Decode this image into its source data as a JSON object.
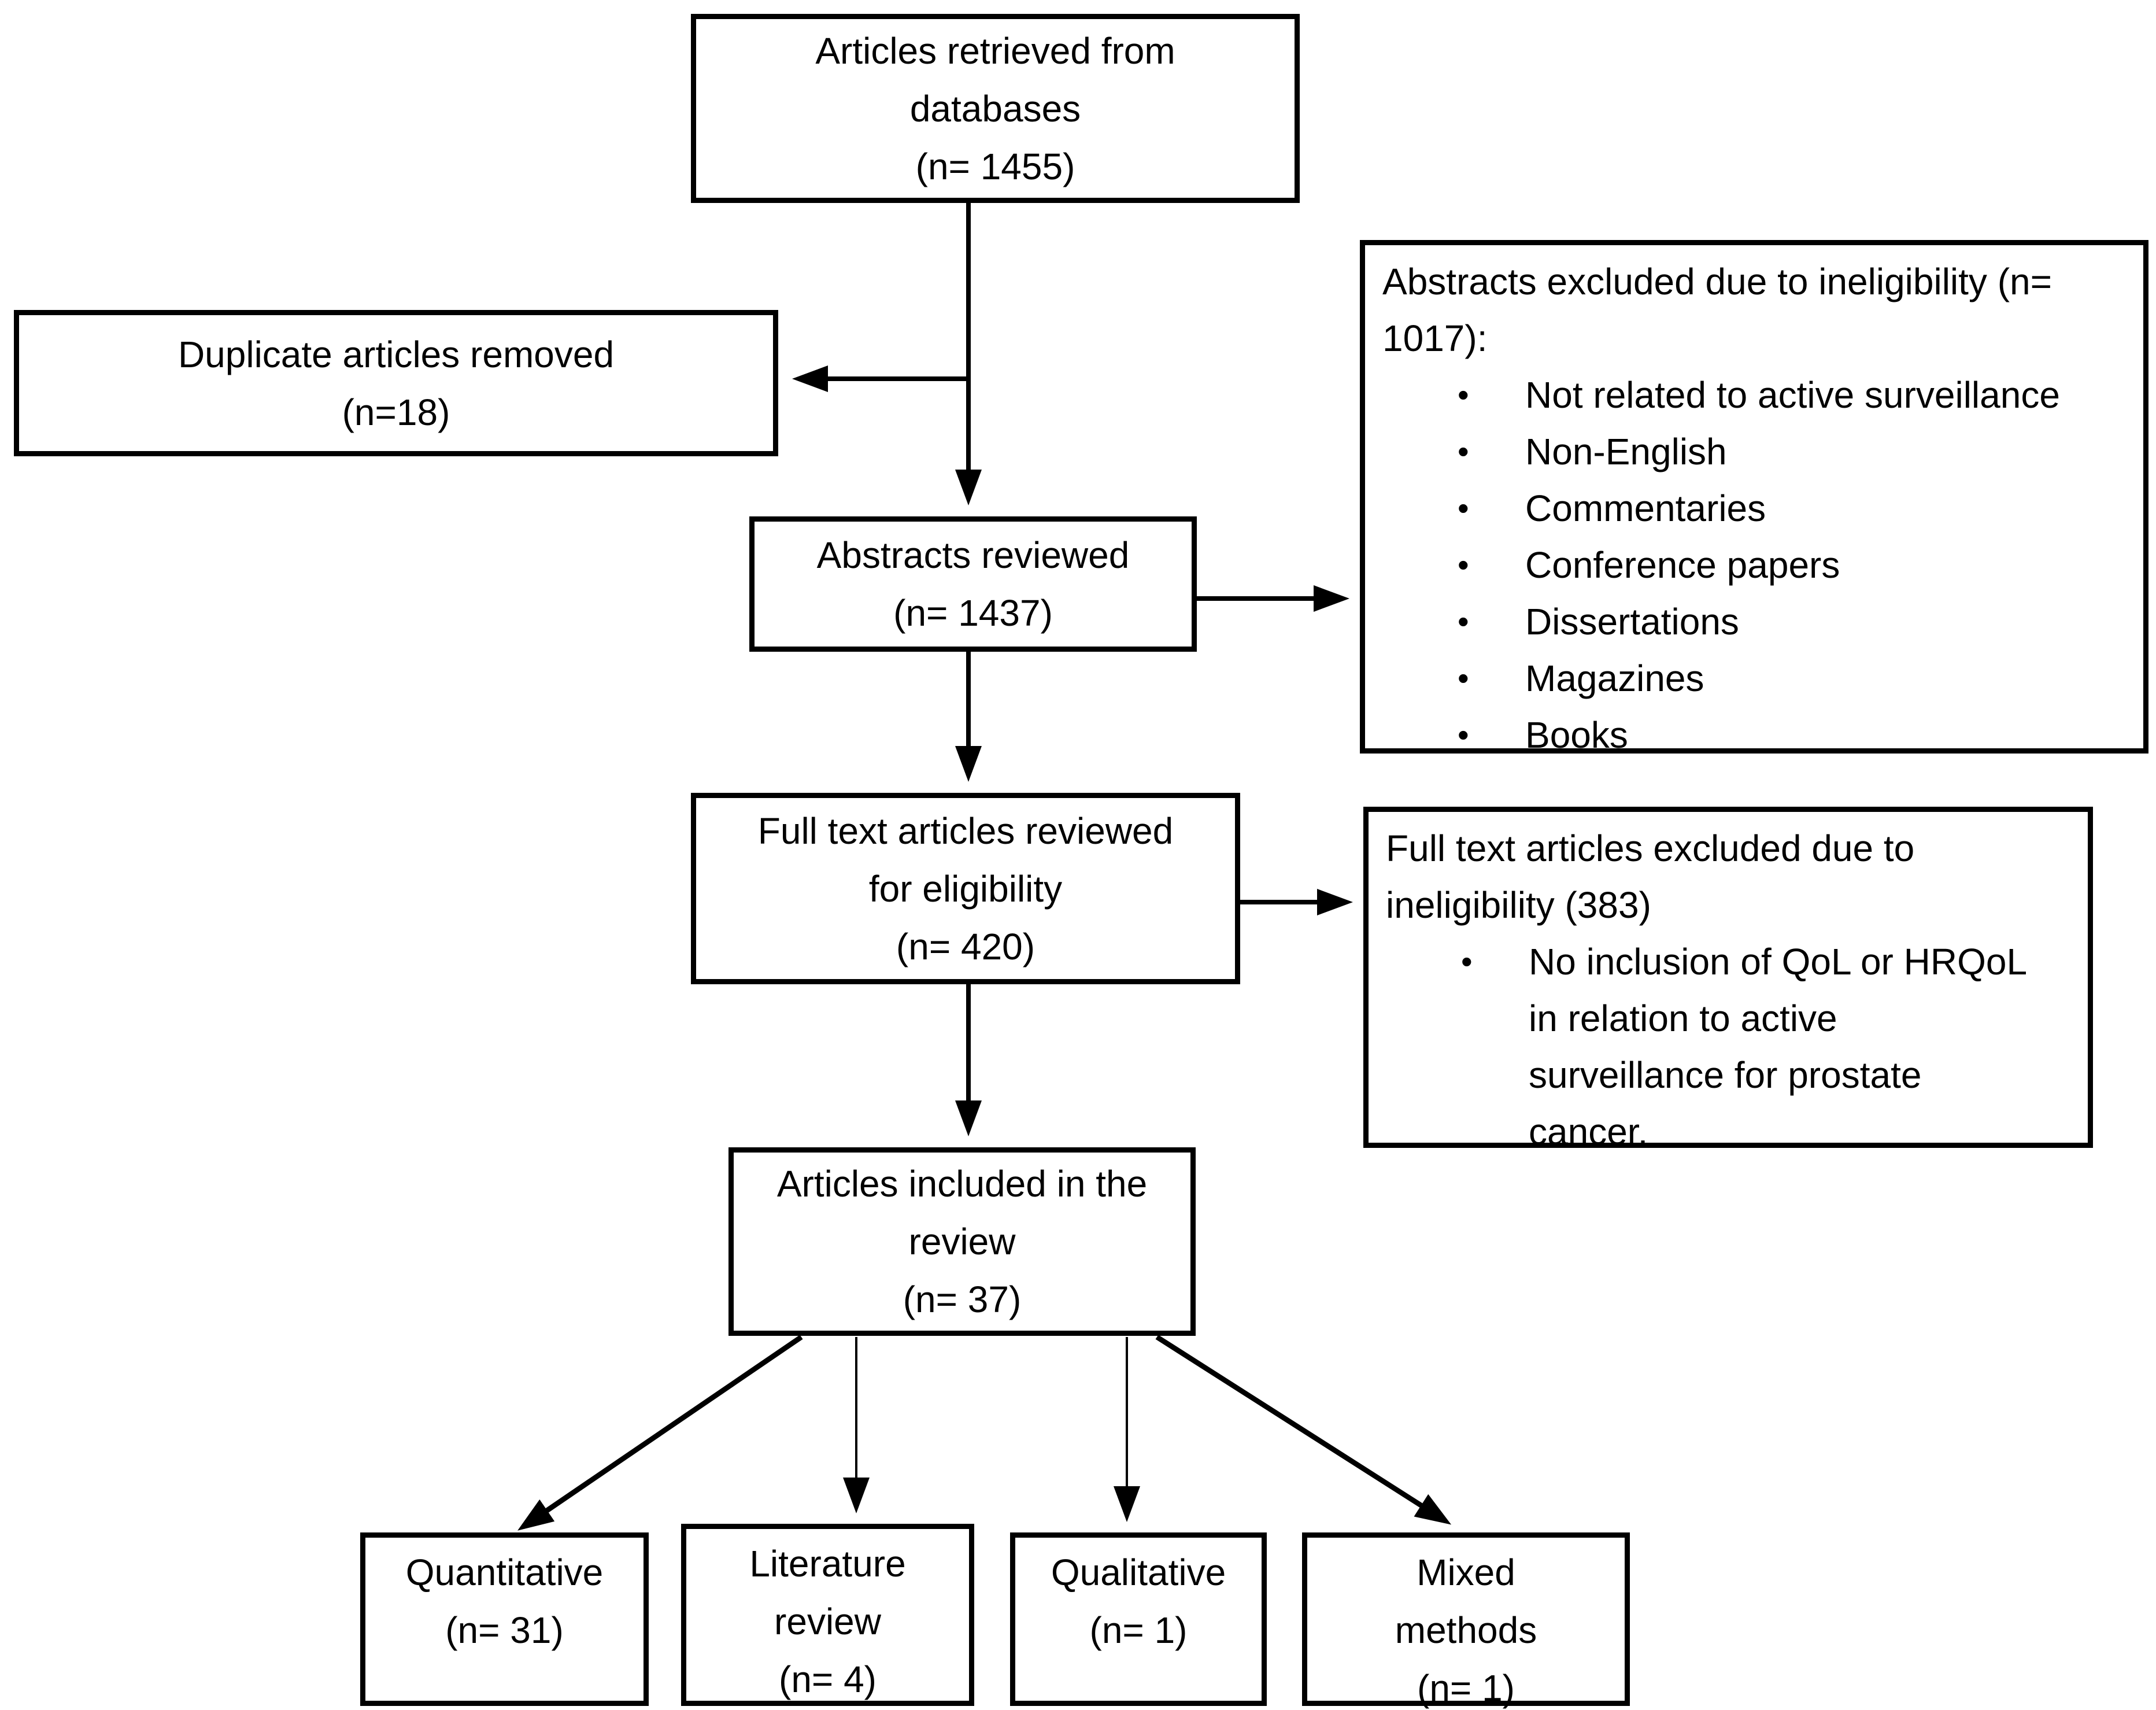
{
  "flowchart": {
    "bullet_char": "•",
    "retrieved": {
      "l1": "Articles retrieved from",
      "l2": "databases",
      "l3": "(n= 1455)"
    },
    "duplicates": {
      "l1": "Duplicate articles removed",
      "l2": "(n=18)"
    },
    "abstracts_excluded": {
      "h1": "Abstracts excluded due to ineligibility (n=",
      "h2": "1017):",
      "bullets": [
        "Not related to active surveillance",
        "Non-English",
        "Commentaries",
        "Conference papers",
        "Dissertations",
        "Magazines",
        "Books"
      ]
    },
    "abstracts_reviewed": {
      "l1": "Abstracts reviewed",
      "l2": "(n= 1437)"
    },
    "fulltext_reviewed": {
      "l1": "Full text articles reviewed",
      "l2": "for eligibility",
      "l3": "(n= 420)"
    },
    "fulltext_excluded": {
      "h1": "Full text articles excluded due to",
      "h2": "ineligibility (383)",
      "bullet_lines": [
        "No inclusion of QoL or HRQoL",
        "in relation to active",
        "surveillance for prostate",
        "cancer."
      ]
    },
    "included": {
      "l1": "Articles included in the",
      "l2": "review",
      "l3": "(n= 37)"
    },
    "quantitative": {
      "l1": "Quantitative",
      "l2": "(n= 31)"
    },
    "literature_review": {
      "l1": "Literature",
      "l2": "review",
      "l3": "(n= 4)"
    },
    "qualitative": {
      "l1": "Qualitative",
      "l2": "(n= 1)"
    },
    "mixed_methods": {
      "l1": "Mixed",
      "l2": "methods",
      "l3": "(n= 1)"
    }
  },
  "colors": {
    "background": "#ffffff",
    "line": "#000000",
    "text": "#000000"
  }
}
